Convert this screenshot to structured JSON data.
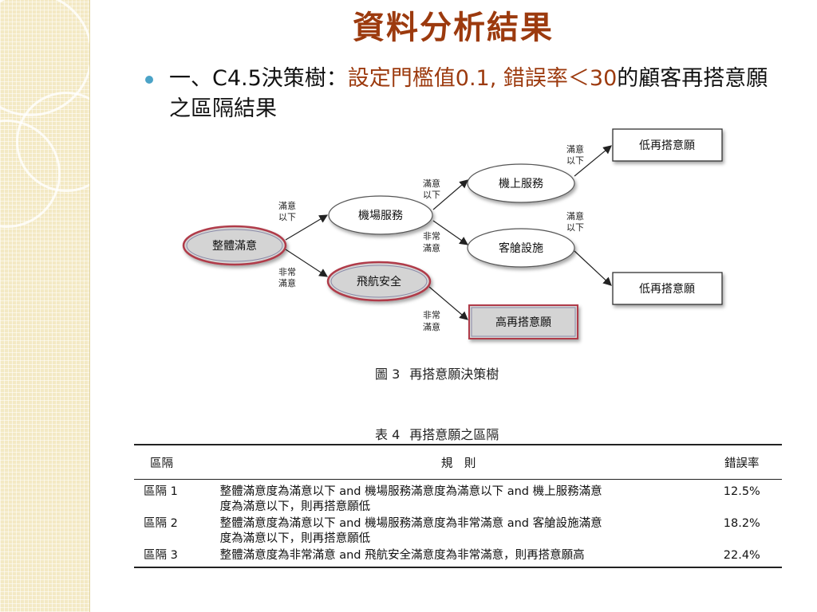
{
  "title": "資料分析結果",
  "bullet": {
    "prefix": "一、C4.5決策樹：",
    "highlight_a": "設定門檻值0.1, 錯誤率＜30",
    "suffix": "的顧客再搭意願之區隔結果"
  },
  "diagram": {
    "nodes": {
      "root": "整體滿意",
      "airport_service": "機場服務",
      "flight_safety": "飛航安全",
      "onboard_service": "機上服務",
      "cabin_facility": "客艙設施",
      "leaf_low_1": "低再搭意願",
      "leaf_low_2": "低再搭意願",
      "leaf_high": "高再搭意願"
    },
    "edge_labels": {
      "root_to_airport": [
        "滿意",
        "以下"
      ],
      "root_to_safety": [
        "非常",
        "滿意"
      ],
      "airport_to_onboard": [
        "滿意",
        "以下"
      ],
      "airport_to_cabin": [
        "非常",
        "滿意"
      ],
      "onboard_to_low": [
        "滿意",
        "以下"
      ],
      "cabin_to_low": [
        "滿意",
        "以下"
      ],
      "safety_to_high": [
        "非常",
        "滿意"
      ]
    },
    "caption_num": "圖 3",
    "caption_text": "再搭意願決策樹"
  },
  "table": {
    "caption_num": "表 4",
    "caption_text": "再搭意願之區隔",
    "headers": [
      "區隔",
      "規　則",
      "錯誤率"
    ],
    "rows": [
      {
        "segment": "區隔 1",
        "rule_line1": "整體滿意度為滿意以下 and 機場服務滿意度為滿意以下 and 機上服務滿意",
        "rule_line2": "度為滿意以下，則再搭意願低",
        "error": "12.5%"
      },
      {
        "segment": "區隔 2",
        "rule_line1": "整體滿意度為滿意以下 and 機場服務滿意度為非常滿意 and 客艙設施滿意",
        "rule_line2": "度為滿意以下，則再搭意願低",
        "error": "18.2%"
      },
      {
        "segment": "區隔 3",
        "rule_line1": "整體滿意度為非常滿意 and 飛航安全滿意度為非常滿意，則再搭意願高",
        "rule_line2": "",
        "error": "22.4%"
      }
    ]
  },
  "colors": {
    "title": "#9c3a0e",
    "highlight": "#9c3a0e",
    "bullet": "#4ba3c7",
    "node_highlight_border": "#b03a48",
    "sidebar": "#f3e9c4"
  }
}
